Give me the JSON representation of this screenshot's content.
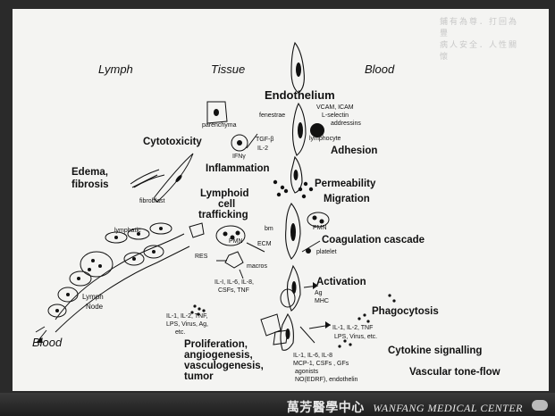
{
  "watermark": {
    "line1": "鋪有為尊．打回為豐",
    "line2": "病人安全．人性關懷"
  },
  "columns": {
    "lymph": "Lymph",
    "tissue": "Tissue",
    "blood": "Blood"
  },
  "headings": {
    "endothelium": "Endothelium",
    "adhesion": "Adhesion",
    "cytotoxicity": "Cytotoxicity",
    "inflammation": "Inflammation",
    "permeability": "Permeability",
    "migration": "Migration",
    "edema": "Edema,",
    "fibrosis": "fibrosis",
    "lymphoid": "Lymphoid",
    "cell": "cell",
    "trafficking": "trafficking",
    "coagulation": "Coagulation cascade",
    "activation": "Activation",
    "phagocytosis": "Phagocytosis",
    "cytokine_signalling": "Cytokine signalling",
    "vascular_tone": "Vascular tone-flow",
    "proliferation": "Proliferation,",
    "angiogenesis": "angiogenesis,",
    "vasculogenesis": "vasculogenesis,",
    "tumor": "tumor",
    "blood_bottom": "Blood"
  },
  "labels": {
    "vcam_icam": "VCAM, ICAM",
    "fenestrae": "fenestrae",
    "l_selectin": "L-selectin",
    "addressins": "addressins",
    "parenchyma": "parenchyma",
    "lymphocyte": "lymphocyte",
    "tgf_beta": "TGF-β",
    "il2": "IL-2",
    "ifn_gamma": "IFNγ",
    "fibroblast": "fibroblast",
    "lymphatic": "lymphatic",
    "bm": "bm",
    "pmn_left": "PMN",
    "pmn_right": "PMN",
    "ecm": "ECM",
    "res": "RES",
    "macros": "macros",
    "platelet": "platelet",
    "lymph": "Lymph",
    "node": "Node",
    "ag": "Ag",
    "mhc": "MHC",
    "cyto_mid_1": "IL-I, IL-6, IL-8,",
    "cyto_mid_2": "CSFs, TNF",
    "cyto_left_1": "IL-1, IL-2, TNF,",
    "cyto_left_2": "LPS, Virus, Ag,",
    "cyto_left_3": "etc.",
    "cyto_right_1": "IL-1, IL-2, TNF",
    "cyto_right_2": "LPS, Virus, etc.",
    "cyto_bottom_1": "IL-1, IL-6, IL-8",
    "cyto_bottom_2": "MCP-1, CSFs , GFs",
    "cyto_bottom_3": "agonists",
    "cyto_bottom_4": "NO(EDRF), endothelin"
  },
  "footer": {
    "chinese": "萬芳醫學中心",
    "english": "WANFANG MEDICAL CENTER"
  }
}
